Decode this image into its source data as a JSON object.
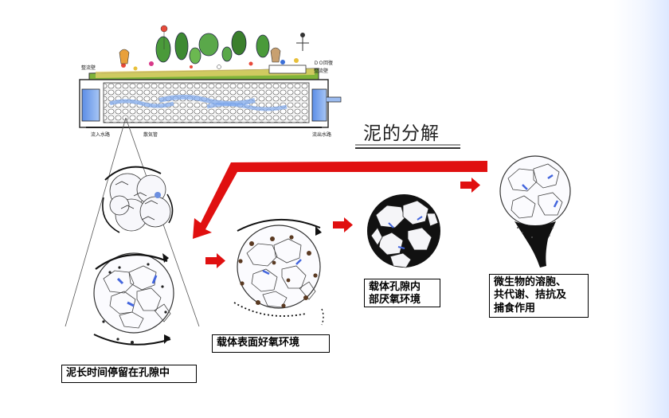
{
  "title": "泥的分解",
  "captions": {
    "sludge_retention": "泥长时间停留在孔隙中",
    "surface_aerobic": "载体表面好氧环境",
    "inner_anaerobic_line1": "载体孔隙内",
    "inner_anaerobic_line2": "部厌氧环境",
    "microbe_line1": "微生物的溶胞、",
    "microbe_line2": "共代谢、拮抗及",
    "microbe_line3": "捕食作用"
  },
  "system_labels": {
    "top_left": "整流壁",
    "bottom_left": "流入水路",
    "bottom_center": "散気管",
    "top_right_1": "ＤＯ回復",
    "top_right_2": "整流壁",
    "bottom_right": "流出水路"
  },
  "colors": {
    "arrow_red": "#e01010",
    "accent_blue": "#3a6fd8"
  }
}
